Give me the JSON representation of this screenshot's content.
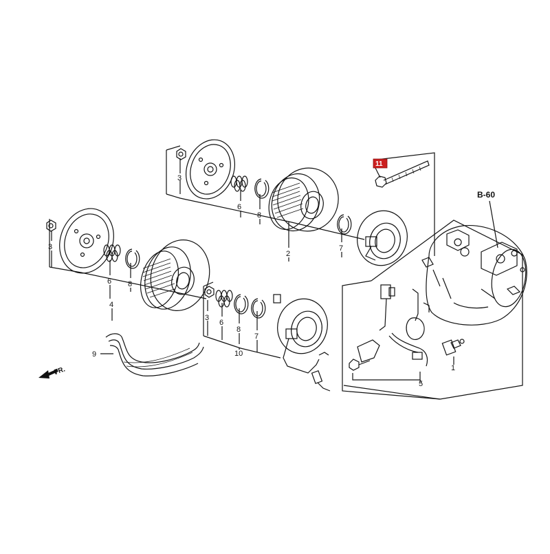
{
  "diagram": {
    "callouts": {
      "c1": "1",
      "c2": "2",
      "c3a": "3",
      "c3b": "3",
      "c3c": "3",
      "c4": "4",
      "c5": "5",
      "c6a": "6",
      "c6b": "6",
      "c6c": "6",
      "c7a": "7",
      "c7b": "7",
      "c8a": "8",
      "c8b": "8",
      "c8c": "8",
      "c9": "9",
      "c10": "10",
      "c11": "11"
    },
    "reference": "B-60",
    "direction": "FR.",
    "colors": {
      "line": "#111111",
      "highlight": "#cc1f1f",
      "background": "#ffffff"
    }
  }
}
